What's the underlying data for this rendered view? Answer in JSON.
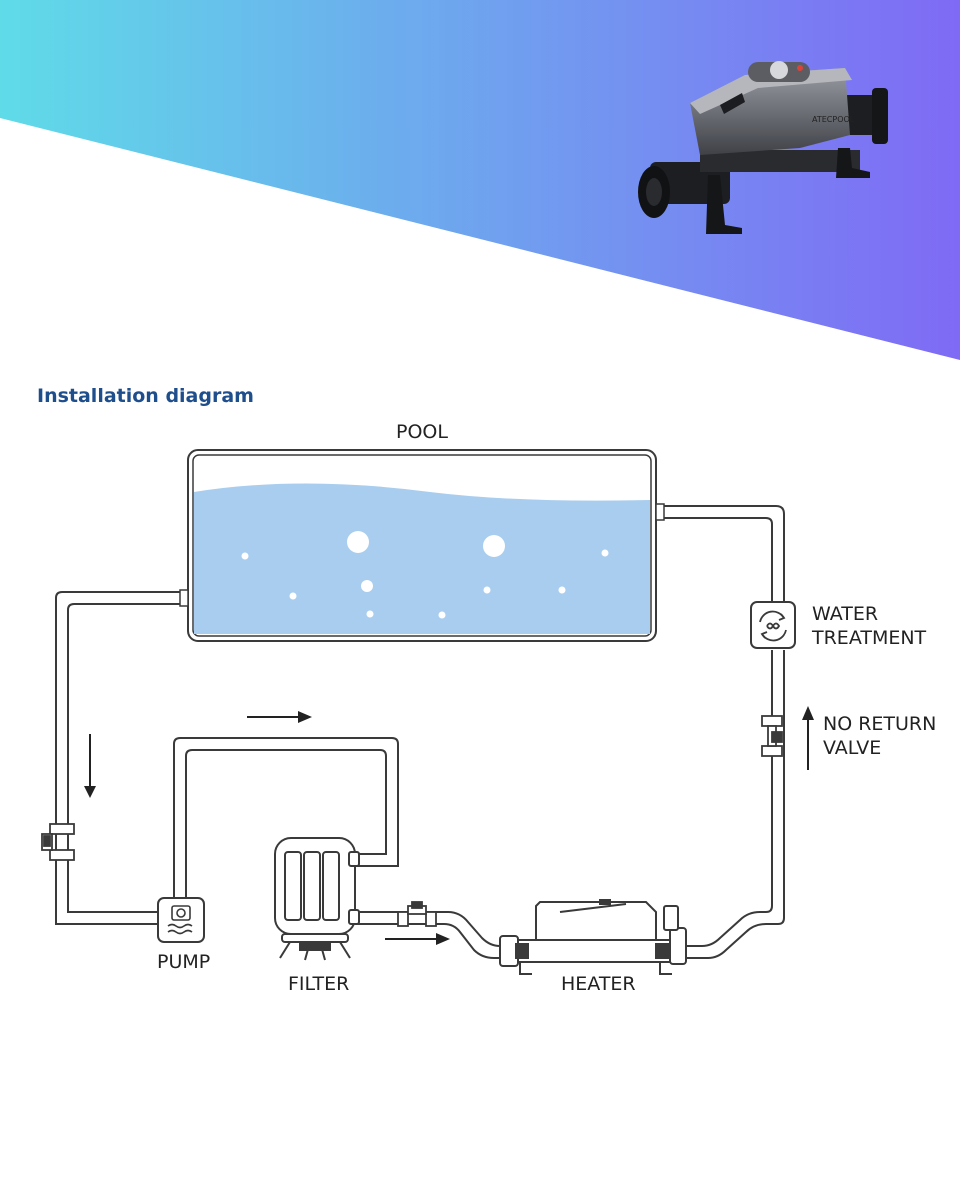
{
  "header": {
    "gradient_start": "#5fdbe8",
    "gradient_end": "#7f6af5"
  },
  "product": {
    "brand": "ATECPOOL",
    "icon": "electric-pool-heater"
  },
  "diagram": {
    "title": "Installation diagram",
    "title_color": "#1f4e8c",
    "water_color": "#a9cdee",
    "line_color": "#3a3a3a",
    "labels": {
      "pool": "POOL",
      "water_treatment_line1": "WATER",
      "water_treatment_line2": "TREATMENT",
      "no_return_line1": "NO RETURN",
      "no_return_line2": "VALVE",
      "pump": "PUMP",
      "filter": "FILTER",
      "heater": "HEATER"
    }
  }
}
